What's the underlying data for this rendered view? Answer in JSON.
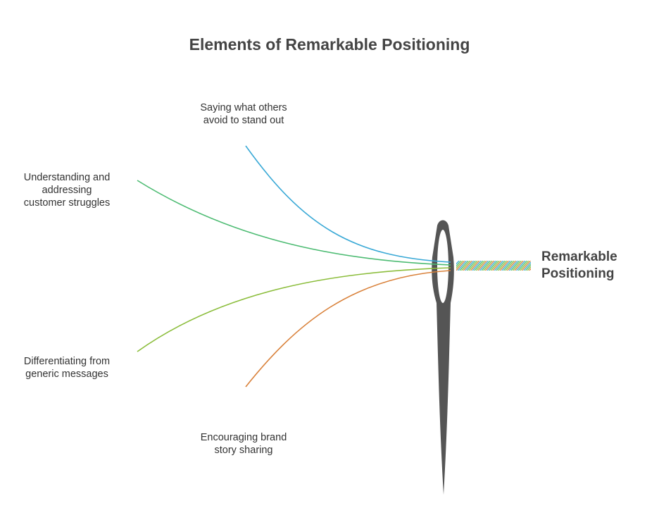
{
  "title": "Elements of Remarkable Positioning",
  "threads": [
    {
      "lines": [
        "Saying what others",
        "avoid to stand out"
      ],
      "color": "#3aa9d6"
    },
    {
      "lines": [
        "Understanding and",
        "addressing",
        "customer struggles"
      ],
      "color": "#4cbb72"
    },
    {
      "lines": [
        "Differentiating from",
        "generic messages"
      ],
      "color": "#8bbd3b"
    },
    {
      "lines": [
        "Encouraging brand",
        "story sharing"
      ],
      "color": "#d9813a"
    }
  ],
  "result": {
    "lines": [
      "Remarkable",
      "Positioning"
    ]
  },
  "needle_color": "#555555"
}
